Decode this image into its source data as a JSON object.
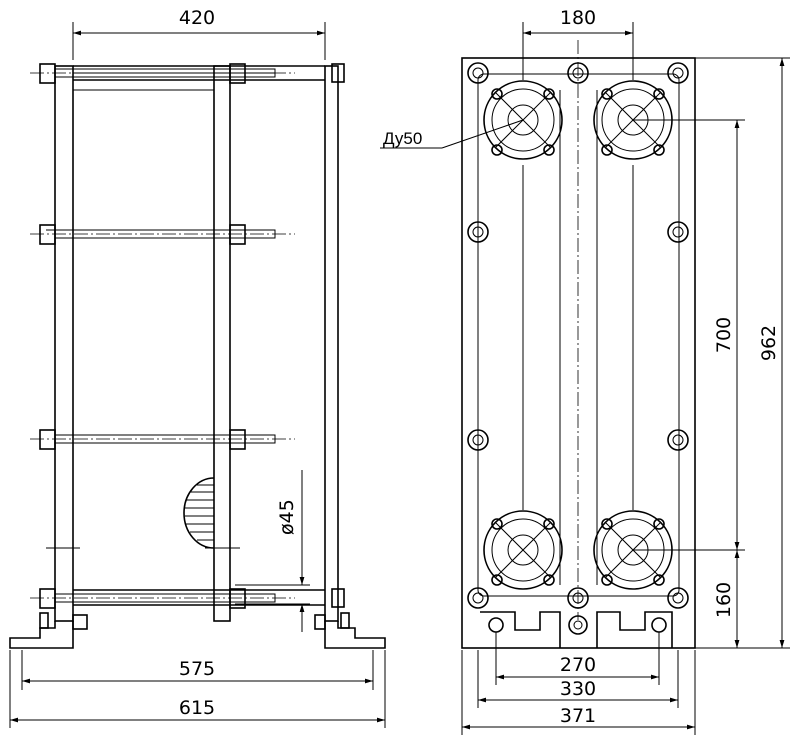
{
  "dimensions": {
    "side_top_width": "420",
    "front_top_width": "180",
    "nozzle_label": "Ду50",
    "vertical_700": "700",
    "vertical_962": "962",
    "diameter_45": "ø45",
    "vertical_160": "160",
    "width_575": "575",
    "width_615": "615",
    "width_270": "270",
    "width_330": "330",
    "width_371": "371"
  }
}
